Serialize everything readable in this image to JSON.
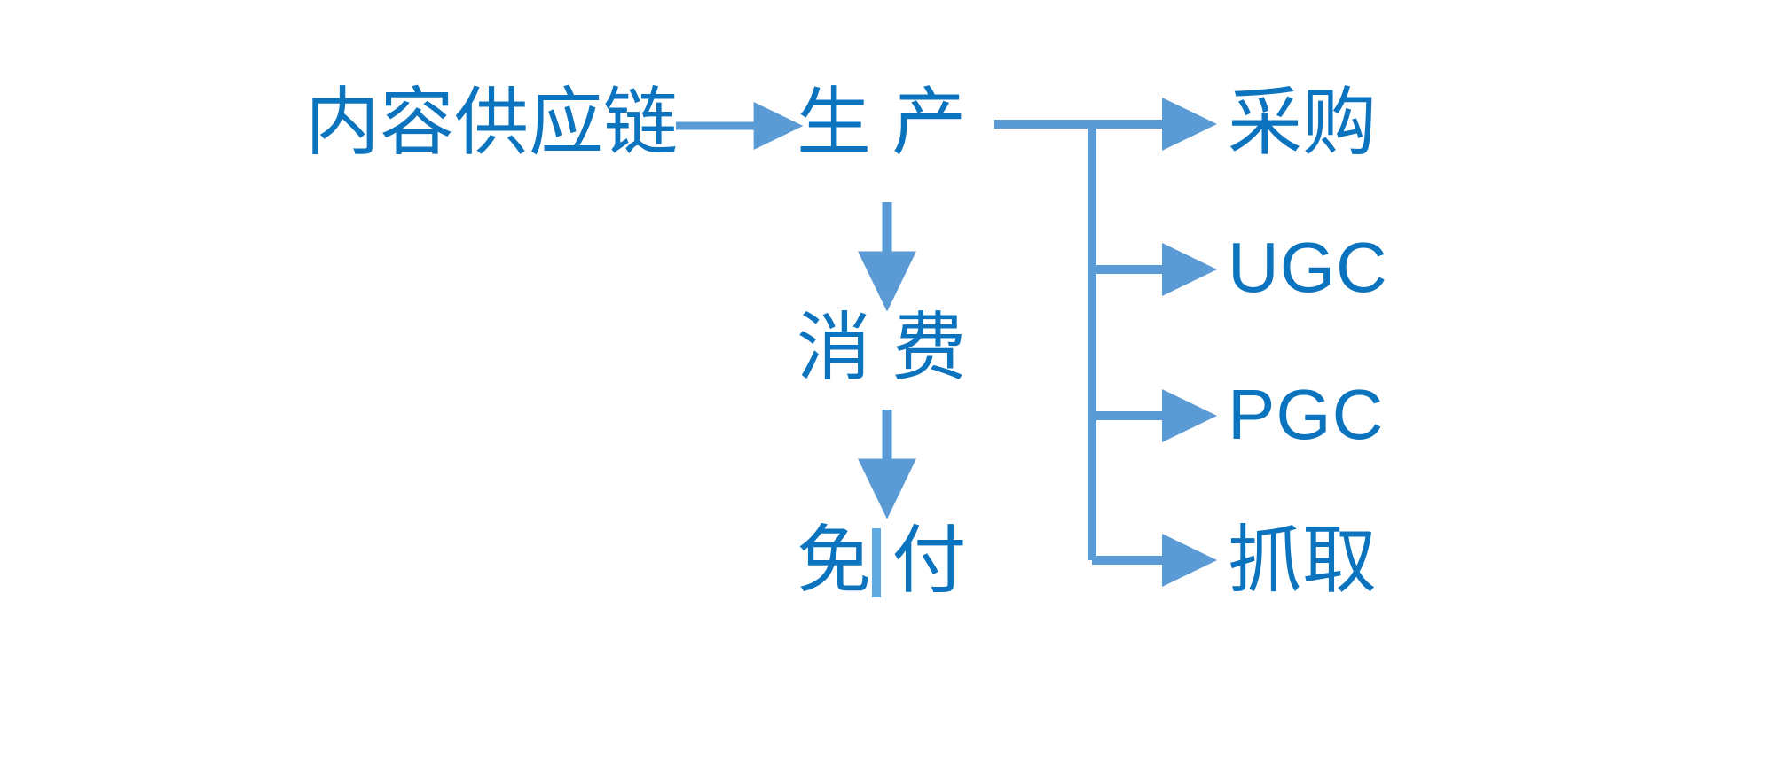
{
  "diagram": {
    "title_node": "内容供应链",
    "accent_line_color": "#5B9BD5",
    "text_color": "#0C74BE",
    "background_color": "#FFFFFF",
    "nodes": {
      "supply_chain": "内容供应链",
      "production": "生 产",
      "consumption": "消 费",
      "free_paid": "免 付",
      "branch_1": "采购",
      "branch_2": "UGC",
      "branch_3": "PGC",
      "branch_4": "抓取"
    },
    "connectors": {
      "supply_to_production": "→",
      "production_to_consumption": "↓",
      "consumption_to_free_paid": "↓",
      "production_to_branches": "bracket-right"
    }
  }
}
